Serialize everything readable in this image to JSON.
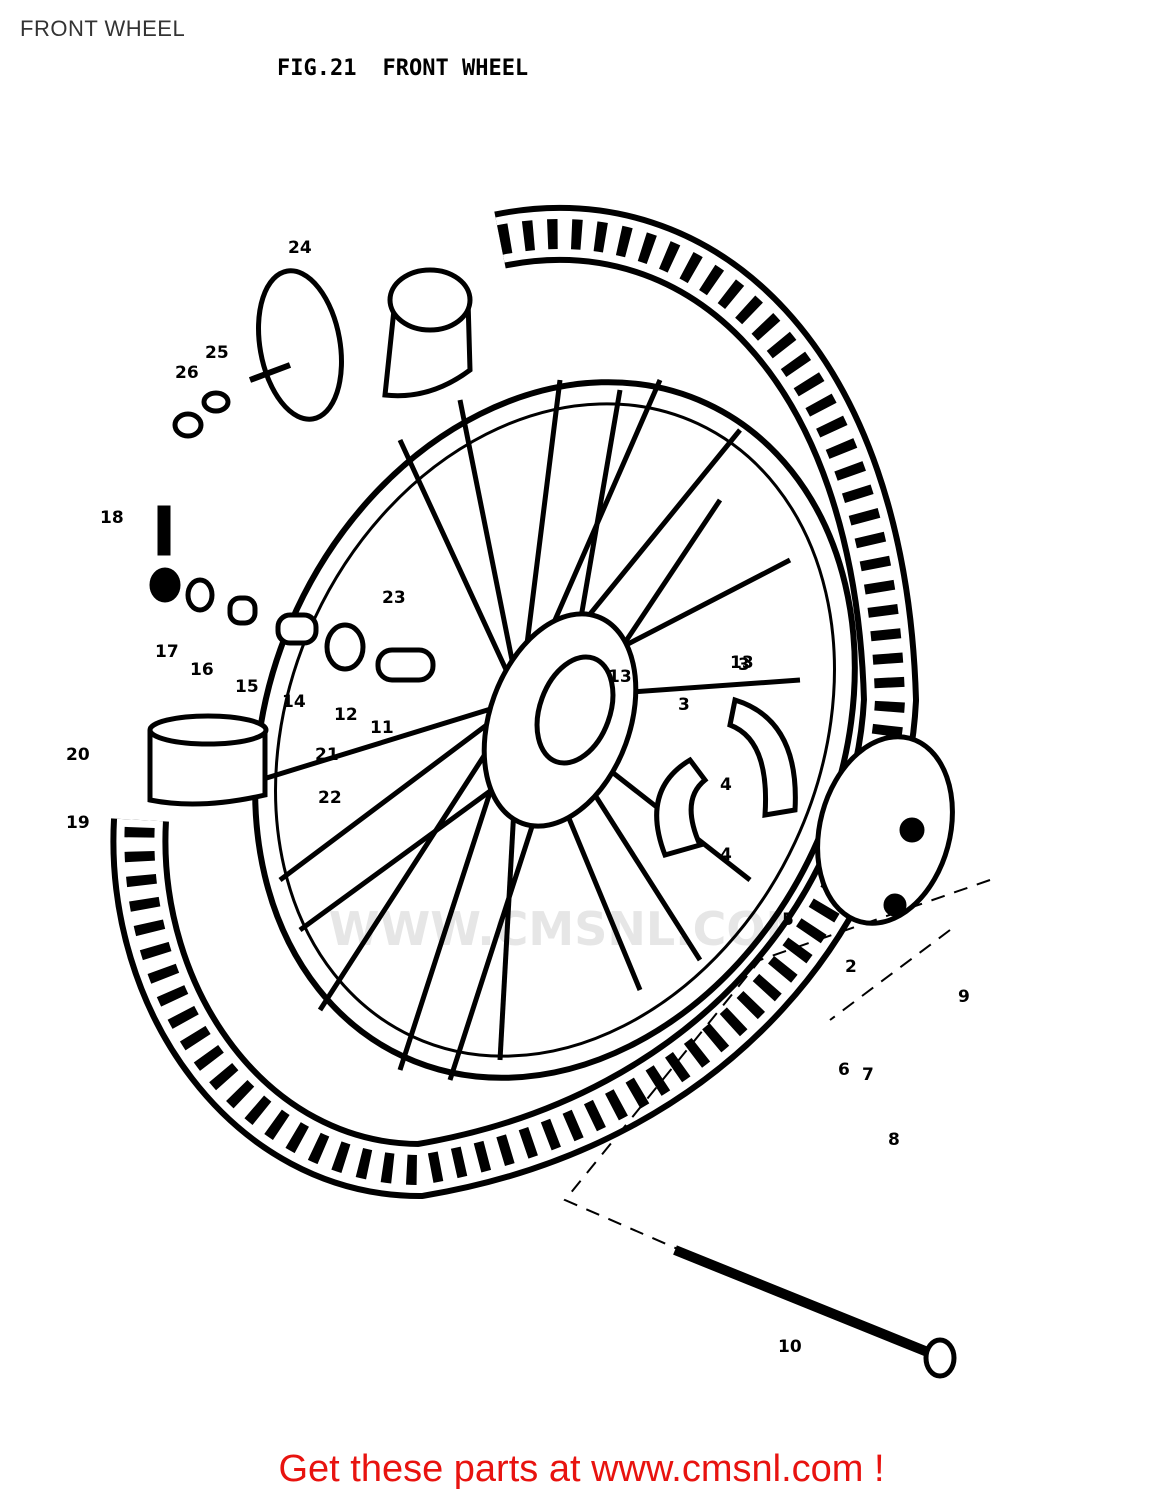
{
  "page": {
    "heading": "FRONT WHEEL"
  },
  "figure": {
    "number": "FIG.21",
    "title": "FRONT WHEEL",
    "watermark": "WWW.CMSNL.COM",
    "callouts": [
      "2",
      "3",
      "3",
      "4",
      "4",
      "5",
      "6",
      "7",
      "8",
      "9",
      "10",
      "11",
      "12",
      "13",
      "13",
      "14",
      "15",
      "16",
      "17",
      "18",
      "19",
      "20",
      "21",
      "22",
      "23",
      "24",
      "25",
      "26"
    ]
  },
  "footer": {
    "link_text": "Get these parts at www.cmsnl.com !",
    "link_color": "#e8130f"
  }
}
